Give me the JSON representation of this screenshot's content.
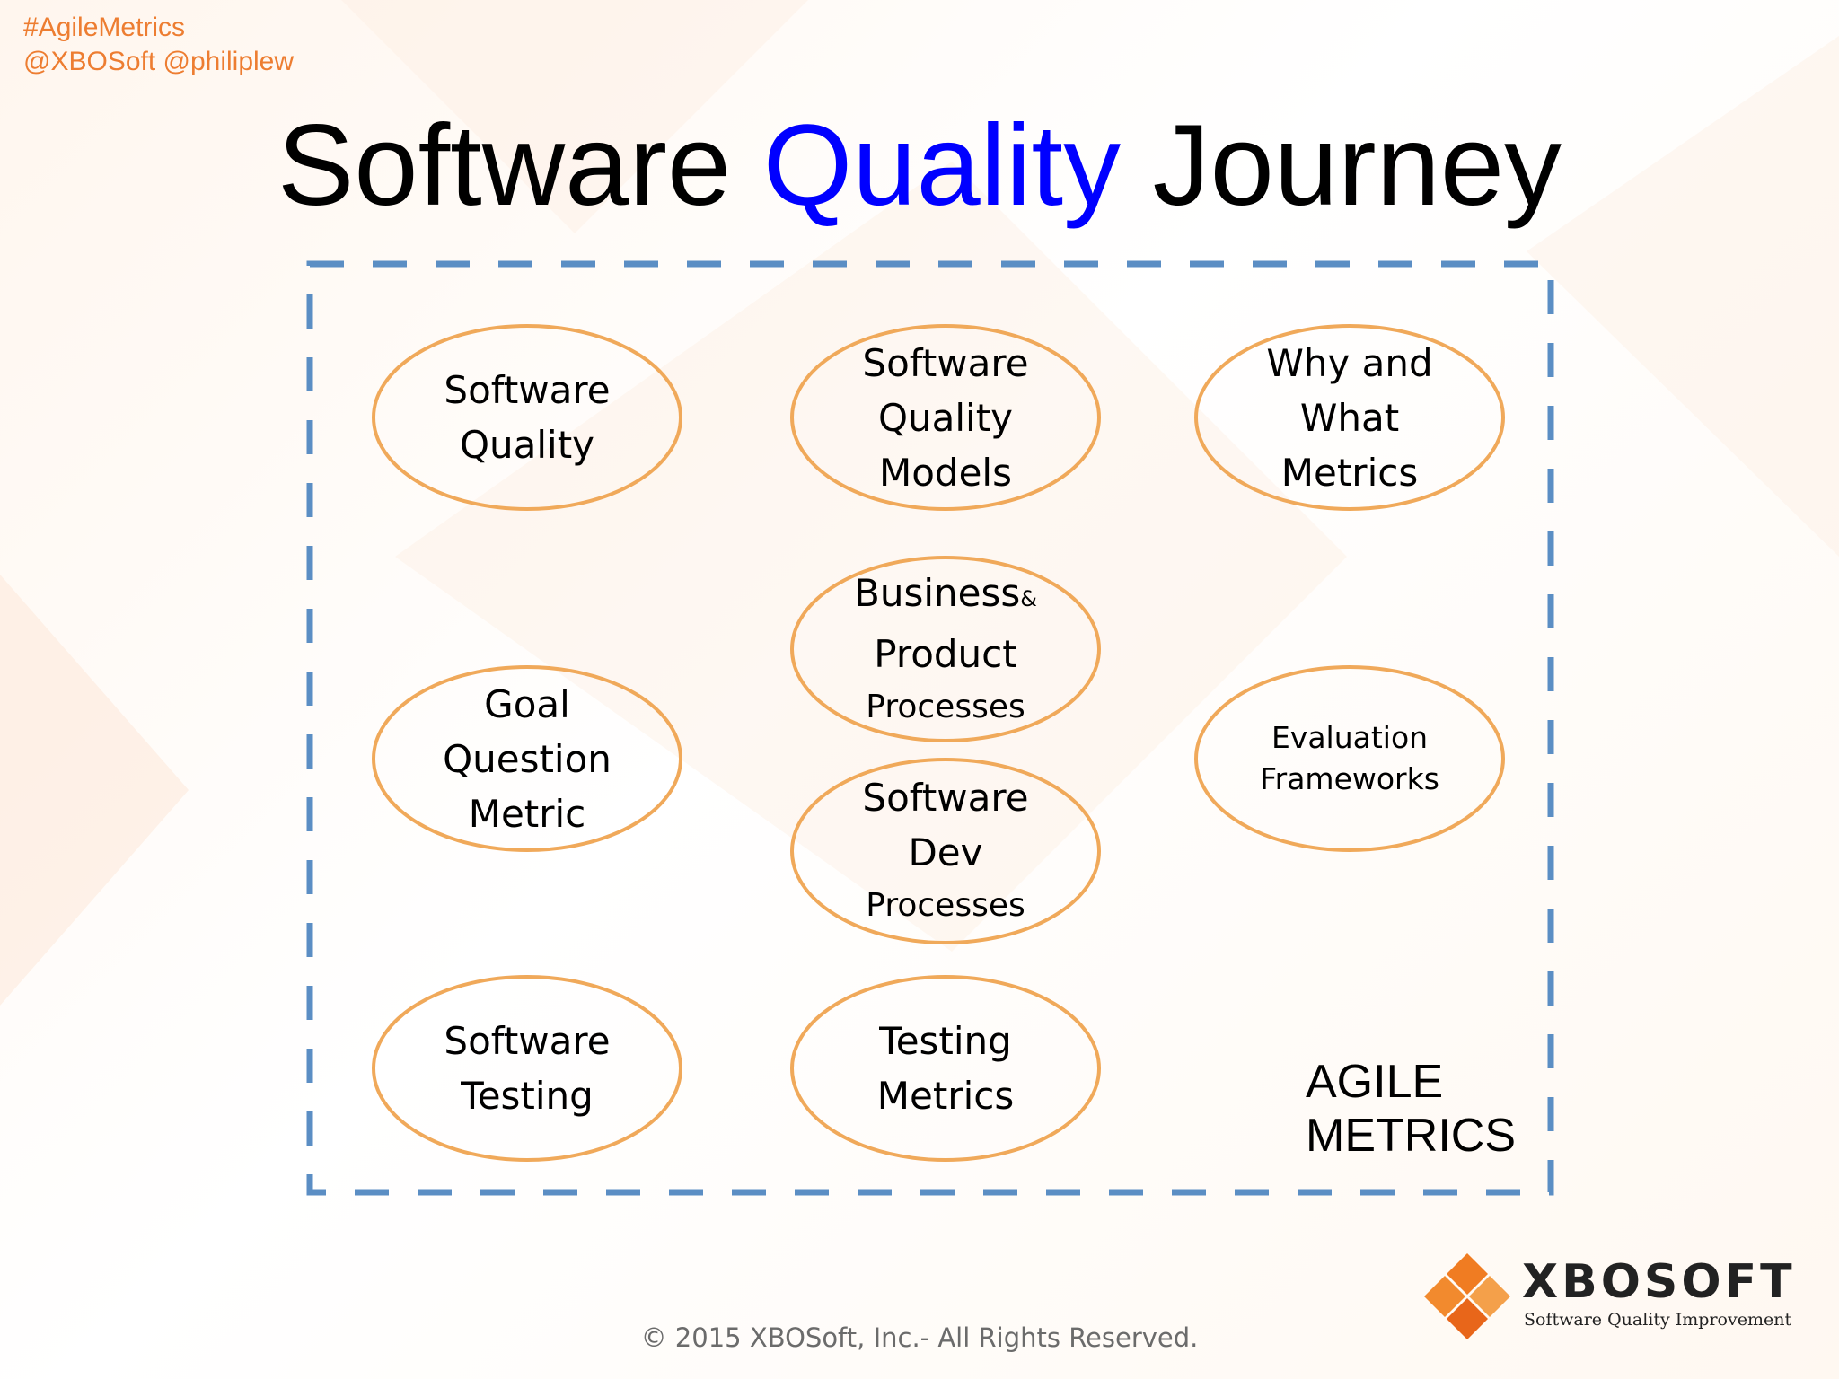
{
  "header": {
    "hashtag": "#AgileMetrics",
    "handles": "@XBOSoft @philiplew"
  },
  "title": {
    "before": "Software ",
    "highlight": "Quality",
    "after": " Journey"
  },
  "diagram": {
    "nodes": [
      {
        "lines": [
          "Software",
          "Quality"
        ]
      },
      {
        "lines": [
          "Software",
          "Quality",
          "Models"
        ]
      },
      {
        "lines": [
          "Why and",
          "What",
          "Metrics"
        ]
      },
      {
        "lines": [
          "Business",
          "&",
          "Product",
          "Processes"
        ]
      },
      {
        "lines": [
          "Goal",
          "Question",
          "Metric"
        ]
      },
      {
        "lines": [
          "Evaluation",
          "Frameworks"
        ]
      },
      {
        "lines": [
          "Software",
          "Dev",
          "Processes"
        ]
      },
      {
        "lines": [
          "Software",
          "Testing"
        ]
      },
      {
        "lines": [
          "Testing",
          "Metrics"
        ]
      }
    ],
    "container_label": [
      "AGILE",
      "METRICS"
    ]
  },
  "logo": {
    "name": "XBOSOFT",
    "tagline": "Software Quality Improvement"
  },
  "footer": {
    "copyright": "© 2015 XBOSoft, Inc.- All Rights Reserved."
  },
  "colors": {
    "accent_orange": "#ed7d31",
    "ellipse_stroke": "#f0a95a",
    "dashed_border": "#5b8ec4",
    "title_highlight": "#0000ff",
    "logo_orange": "#f07c22"
  }
}
